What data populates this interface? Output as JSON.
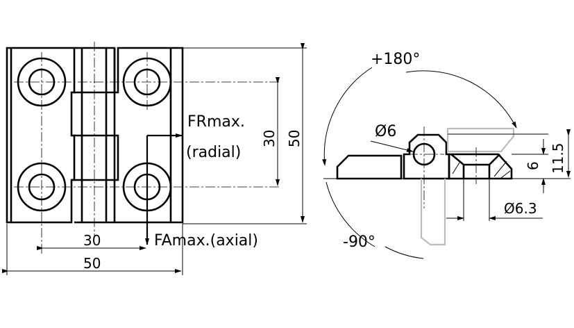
{
  "front_view": {
    "dim_width_holes": "30",
    "dim_width_total": "50",
    "dim_height_holes": "30",
    "dim_height_total": "50",
    "radial_force_label": "FRmax.",
    "radial_force_sub": "(radial)",
    "axial_force_label": "FAmax.(axial)"
  },
  "side_view": {
    "open_angle": "+180°",
    "close_angle": "-90°",
    "pin_diameter": "Ø6",
    "hole_diameter": "Ø6.3",
    "leaf_thickness": "6",
    "total_height": "11.5"
  }
}
